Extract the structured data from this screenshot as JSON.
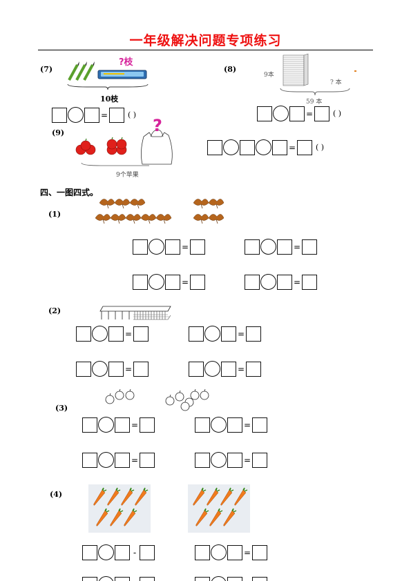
{
  "title": "一年级解决问题专项练习",
  "problems": {
    "p7": {
      "label": "(7)",
      "total_label": "10枝",
      "unknown_mark": "?枝",
      "answer_paren": "(   )"
    },
    "p8": {
      "label": "(8)",
      "known_label": "9本",
      "unknown_label": "? 本",
      "total_label": "59 本",
      "answer_paren": "(   )"
    },
    "p9": {
      "label": "(9)",
      "total_label": "9个苹果",
      "unknown_mark": "?",
      "answer_paren": "(   )"
    }
  },
  "section4": {
    "heading": "四、一图四式。",
    "items": [
      {
        "label": "(1)",
        "equals_signs": [
          "=",
          "=",
          "=",
          "="
        ]
      },
      {
        "label": "(2)",
        "equals_signs": [
          "=",
          "=",
          "=",
          "="
        ]
      },
      {
        "label": "(3)",
        "equals_signs": [
          "=",
          "=",
          "=",
          "="
        ]
      },
      {
        "label": "(4)",
        "equals_signs": [
          "-",
          "="
        ]
      }
    ]
  },
  "icons": {
    "pencils": "pencil-icon",
    "pencil_box": "pencil-box-icon",
    "book_stack": "book-stack-icon",
    "apple": "apple-icon",
    "bag": "bag-icon",
    "leaf": "leaf-icon",
    "ruler": "ruler-icon",
    "apple_outline": "apple-outline-icon",
    "carrot": "carrot-icon"
  },
  "colors": {
    "title": "#ee1111",
    "question_mark": "#d6239b",
    "apple": "#e0201b",
    "leaf": "#b5651d",
    "carrot": "#f07b1e"
  }
}
